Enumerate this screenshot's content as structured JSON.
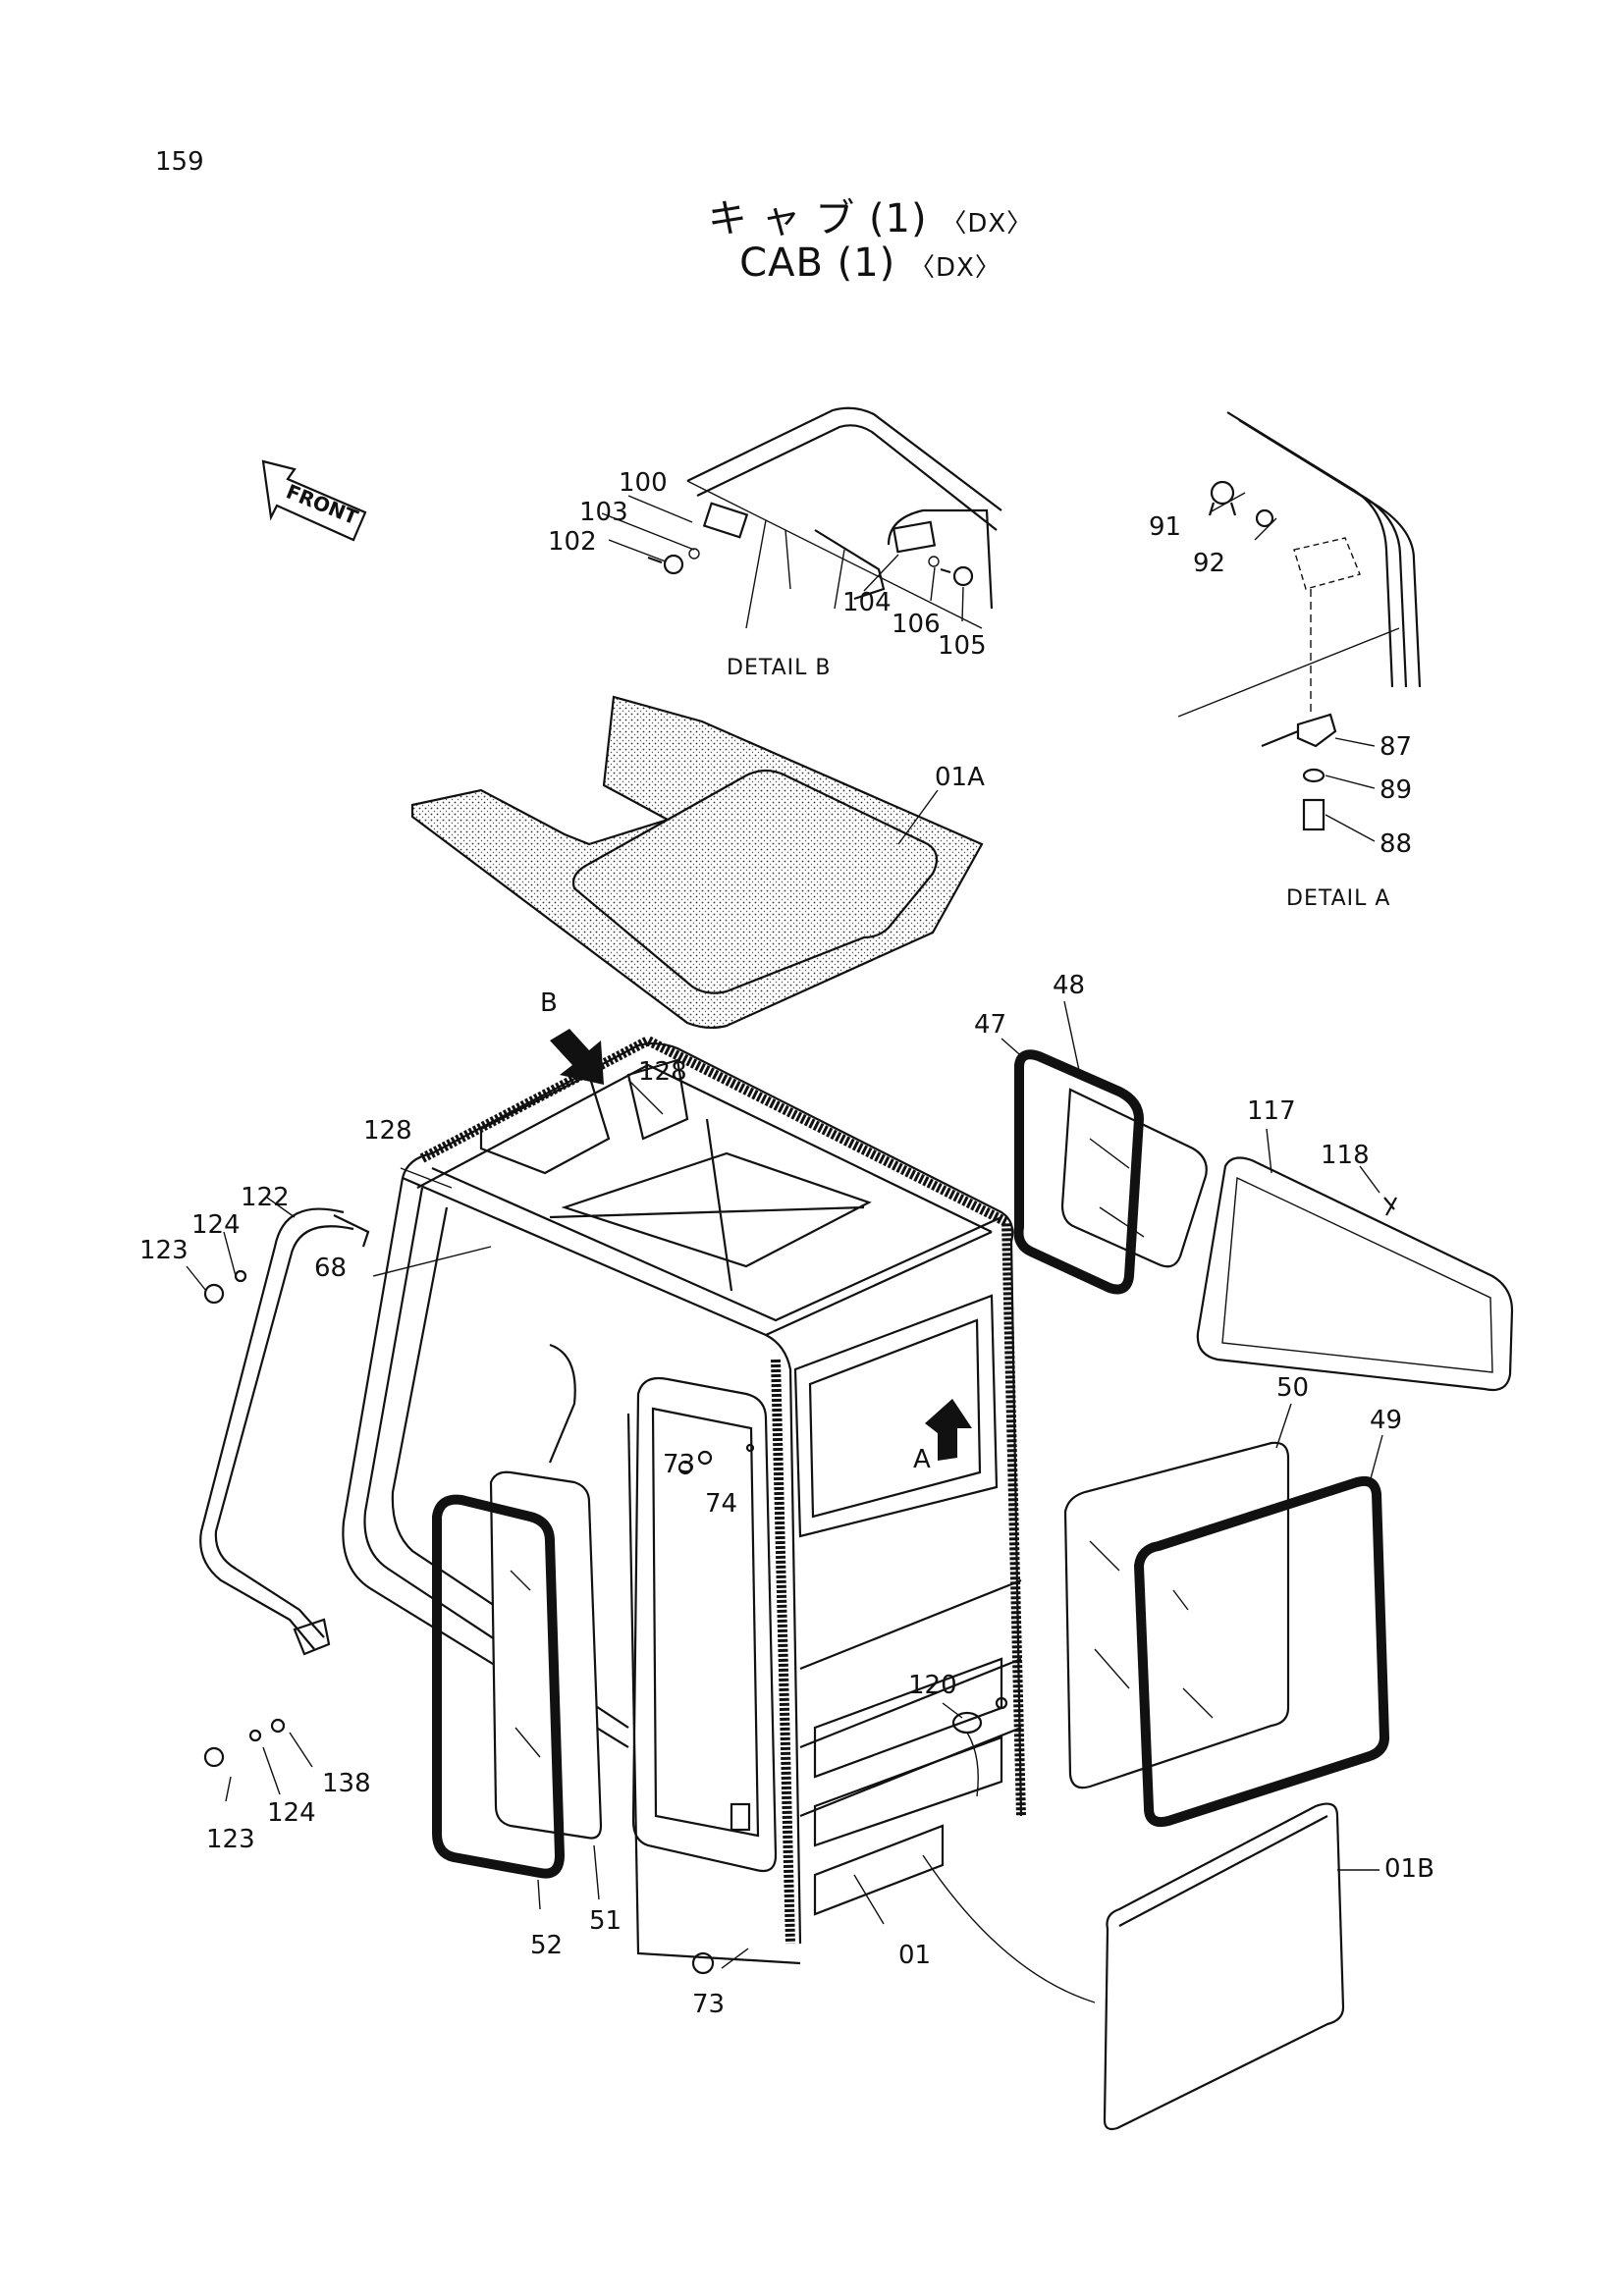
{
  "page_number": "159",
  "title": {
    "japanese": "キ ャ ブ (1)",
    "english": "CAB (1)",
    "variant": "〈DX〉"
  },
  "front_label": "FRONT",
  "details": {
    "detail_a": "DETAIL A",
    "detail_b": "DETAIL B"
  },
  "view_markers": {
    "a": "A",
    "b": "B"
  },
  "part_labels": {
    "p01": "01",
    "p01a": "01A",
    "p01b": "01B",
    "p47": "47",
    "p48": "48",
    "p49": "49",
    "p50": "50",
    "p51": "51",
    "p52": "52",
    "p68": "68",
    "p73a": "73",
    "p73b": "73",
    "p74": "74",
    "p87": "87",
    "p88": "88",
    "p89": "89",
    "p91": "91",
    "p92": "92",
    "p100": "100",
    "p102": "102",
    "p103": "103",
    "p104": "104",
    "p105": "105",
    "p106": "106",
    "p117": "117",
    "p118": "118",
    "p120": "120",
    "p122": "122",
    "p123a": "123",
    "p123b": "123",
    "p124a": "124",
    "p124b": "124",
    "p128a": "128",
    "p128b": "128",
    "p138": "138"
  }
}
